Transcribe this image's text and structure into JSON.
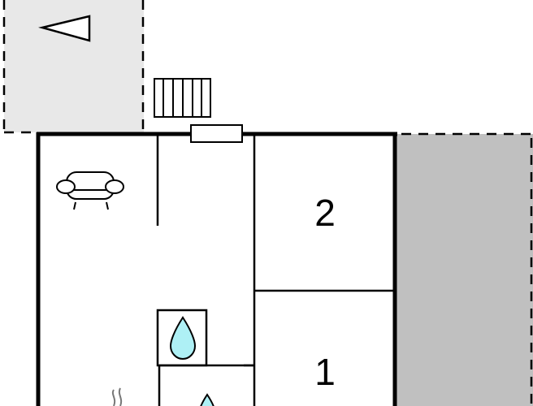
{
  "floorplan": {
    "rooms": [
      {
        "id": "room-2",
        "label": "2"
      },
      {
        "id": "room-1",
        "label": "1"
      }
    ],
    "icons": [
      "terrace-triangle-icon",
      "stairs-icon",
      "window-icon",
      "armchair-icon",
      "water-drop-icon",
      "heat-icon"
    ],
    "colors": {
      "wall": "#000000",
      "terrace_light": "#e8e8e8",
      "terrace_dark": "#c0c0c0",
      "water": "#aef0f5"
    }
  }
}
